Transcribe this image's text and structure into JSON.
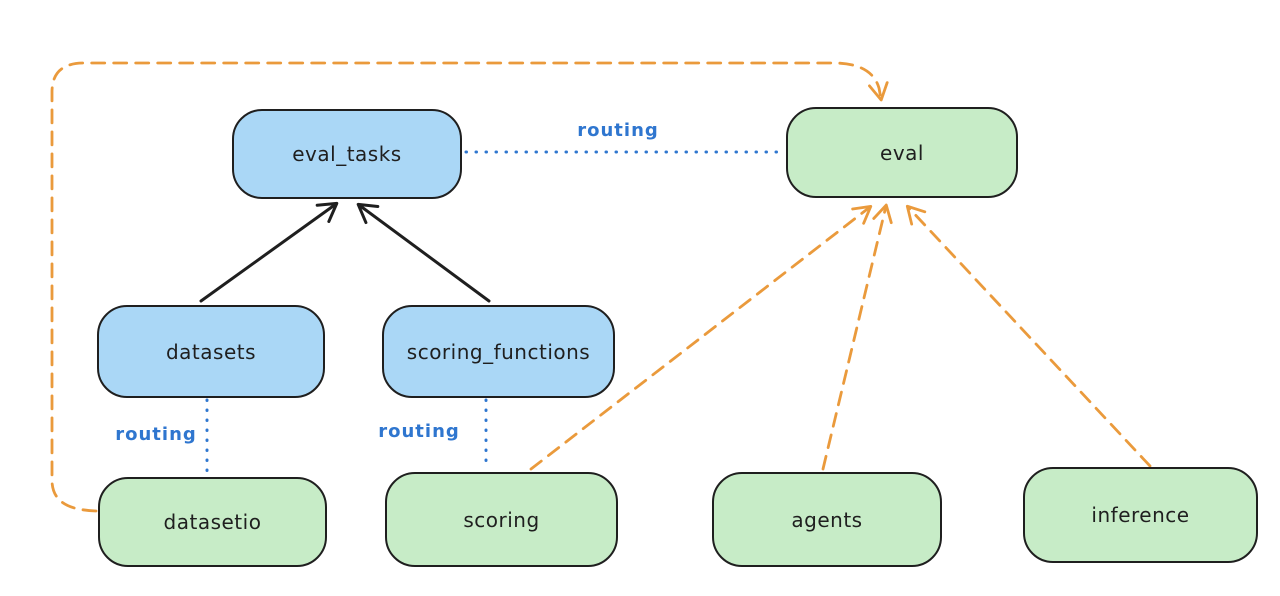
{
  "diagram": {
    "nodes": {
      "eval_tasks": {
        "label": "eval_tasks",
        "color": "blue"
      },
      "eval": {
        "label": "eval",
        "color": "green"
      },
      "datasets": {
        "label": "datasets",
        "color": "blue"
      },
      "scoring_functions": {
        "label": "scoring_functions",
        "color": "blue"
      },
      "datasetio": {
        "label": "datasetio",
        "color": "green"
      },
      "scoring": {
        "label": "scoring",
        "color": "green"
      },
      "agents": {
        "label": "agents",
        "color": "green"
      },
      "inference": {
        "label": "inference",
        "color": "green"
      }
    },
    "edges": [
      {
        "from": "datasets",
        "to": "eval_tasks",
        "style": "solid-arrow",
        "color": "black",
        "label": ""
      },
      {
        "from": "scoring_functions",
        "to": "eval_tasks",
        "style": "solid-arrow",
        "color": "black",
        "label": ""
      },
      {
        "from": "eval_tasks",
        "to": "eval",
        "style": "dotted-line",
        "color": "blue",
        "label": "routing"
      },
      {
        "from": "datasets",
        "to": "datasetio",
        "style": "dotted-line",
        "color": "blue",
        "label": "routing"
      },
      {
        "from": "scoring_functions",
        "to": "scoring",
        "style": "dotted-line",
        "color": "blue",
        "label": "routing"
      },
      {
        "from": "datasetio",
        "to": "eval",
        "style": "dashed-arrow",
        "color": "orange",
        "label": ""
      },
      {
        "from": "scoring",
        "to": "eval",
        "style": "dashed-arrow",
        "color": "orange",
        "label": ""
      },
      {
        "from": "agents",
        "to": "eval",
        "style": "dashed-arrow",
        "color": "orange",
        "label": ""
      },
      {
        "from": "inference",
        "to": "eval",
        "style": "dashed-arrow",
        "color": "orange",
        "label": ""
      }
    ]
  },
  "colors": {
    "node_blue_fill": "#aad7f6",
    "node_green_fill": "#c7ecc7",
    "stroke_dark": "#1f1f1f",
    "accent_orange": "#ea9a3c",
    "accent_blue": "#2f76cf",
    "background": "#ffffff"
  }
}
